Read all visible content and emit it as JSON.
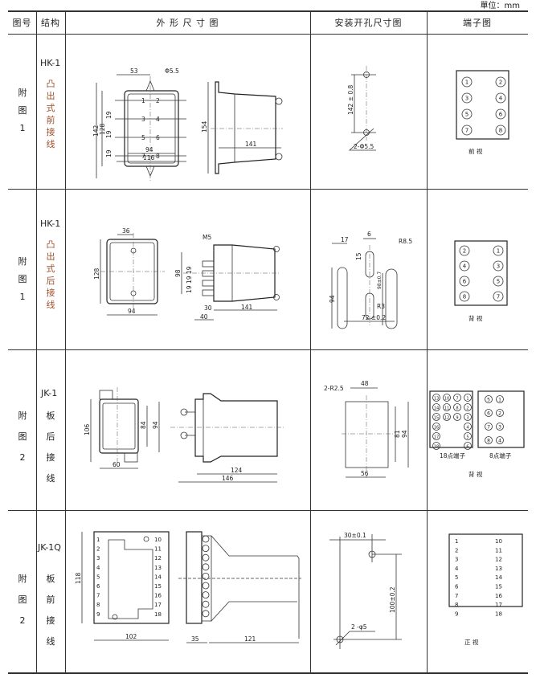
{
  "unit": "單位：mm",
  "headers": [
    "图号",
    "结构",
    "外 形 尺 寸 图",
    "安装开孔尺寸图",
    "端子图"
  ],
  "rows": [
    {
      "figure_no": "附图1",
      "model": "HK-1",
      "structure": "凸出式前接线",
      "outline": {
        "d53": "53",
        "phi": "Φ5.5",
        "d142": "142",
        "d128": "128",
        "d19a": "19",
        "d19b": "19",
        "d19c": "19",
        "d94": "94",
        "d116": "116",
        "d154": "154",
        "d141": "141",
        "pins": [
          "1",
          "2",
          "3",
          "4",
          "5",
          "6",
          "7",
          "8"
        ]
      },
      "cutout": {
        "d142": "142 ± 0.8",
        "holes": "2-Φ5.5"
      },
      "terminals": [
        "1",
        "2",
        "3",
        "4",
        "5",
        "6",
        "7",
        "8"
      ],
      "view": "前 视"
    },
    {
      "figure_no": "附图1",
      "model": "HK-1",
      "structure": "凸出式后接线",
      "outline": {
        "d36": "36",
        "d128": "128",
        "d94": "94",
        "m5": "M5",
        "d98": "98",
        "d19": "19 19 19",
        "d30": "30",
        "d141": "141",
        "d40": "40"
      },
      "cutout": {
        "d17": "17",
        "d6": "6",
        "r85": "R8.5",
        "d15": "15",
        "d94": "94",
        "d98": "98±0.7",
        "r3": "R3",
        "d72": "72 ±0.2"
      },
      "terminals": [
        "2",
        "1",
        "4",
        "3",
        "6",
        "5",
        "8",
        "7"
      ],
      "view": "背 视"
    },
    {
      "figure_no": "附图2",
      "model": "JK-1",
      "structure": "板后接线",
      "outline": {
        "d106": "106",
        "d84": "84",
        "d94": "94",
        "d60": "60",
        "d124": "124",
        "d146": "146"
      },
      "cutout": {
        "r25": "2-R2.5",
        "d48": "48",
        "d81": "81",
        "d94": "94",
        "d56": "56"
      },
      "terminals18": [
        "13",
        "10",
        "7",
        "1",
        "14",
        "11",
        "8",
        "2",
        "15",
        "12",
        "9",
        "3",
        "16",
        "4",
        "17",
        "5",
        "18",
        "6"
      ],
      "terminals8": [
        "5",
        "1",
        "6",
        "2",
        "7",
        "3",
        "8",
        "4"
      ],
      "label18": "18点端子",
      "label8": "8点端子",
      "view": "背 视"
    },
    {
      "figure_no": "附图2",
      "model": "JK-1Q",
      "structure": "板前接线",
      "outline": {
        "d118": "118",
        "d102": "102",
        "d35": "35",
        "d121": "121",
        "left": [
          "1",
          "2",
          "3",
          "4",
          "5",
          "6",
          "7",
          "8",
          "9"
        ],
        "right": [
          "10",
          "11",
          "12",
          "13",
          "14",
          "15",
          "16",
          "17",
          "18"
        ]
      },
      "cutout": {
        "d30": "30±0.1",
        "d100": "100±0.2",
        "holes": "2 -φ5"
      },
      "terminals_left": [
        "1",
        "2",
        "3",
        "4",
        "5",
        "6",
        "7",
        "8",
        "9"
      ],
      "terminals_right": [
        "10",
        "11",
        "12",
        "13",
        "14",
        "15",
        "16",
        "17",
        "18"
      ],
      "view": "正 视"
    }
  ]
}
